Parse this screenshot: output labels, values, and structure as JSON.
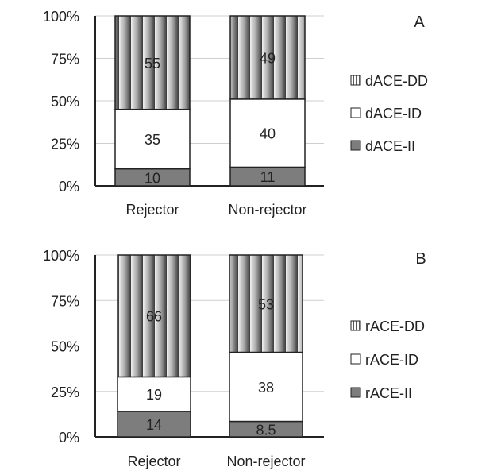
{
  "chart_data": [
    {
      "type": "bar",
      "stacked": true,
      "panel": "A",
      "categories": [
        "Rejector",
        "Non-rejector"
      ],
      "series": [
        {
          "name": "dACE-II",
          "values": [
            10,
            11
          ],
          "labels": [
            "10",
            "11"
          ],
          "pattern": "solid-gray",
          "color": "#7d7d7d"
        },
        {
          "name": "dACE-ID",
          "values": [
            35,
            40
          ],
          "labels": [
            "35",
            "40"
          ],
          "pattern": "white",
          "color": "#ffffff"
        },
        {
          "name": "dACE-DD",
          "values": [
            55,
            49
          ],
          "labels": [
            "55",
            "49"
          ],
          "pattern": "vertical-gradient-stripes",
          "color": "#9a9a9a"
        }
      ],
      "legend_order": [
        "dACE-DD",
        "dACE-ID",
        "dACE-II"
      ],
      "legend_position": "right",
      "ylim": [
        0,
        100
      ],
      "yticks": [
        "0%",
        "25%",
        "50%",
        "75%",
        "100%"
      ],
      "grid": true
    },
    {
      "type": "bar",
      "stacked": true,
      "panel": "B",
      "categories": [
        "Rejector",
        "Non-rejector"
      ],
      "series": [
        {
          "name": "rACE-II",
          "values": [
            14,
            8.5
          ],
          "labels": [
            "14",
            "8.5"
          ],
          "pattern": "solid-gray",
          "color": "#7d7d7d"
        },
        {
          "name": "rACE-ID",
          "values": [
            19,
            38
          ],
          "labels": [
            "19",
            "38"
          ],
          "pattern": "white",
          "color": "#ffffff"
        },
        {
          "name": "rACE-DD",
          "values": [
            66,
            53
          ],
          "labels": [
            "66",
            "53"
          ],
          "pattern": "vertical-gradient-stripes",
          "color": "#9a9a9a"
        }
      ],
      "legend_order": [
        "rACE-DD",
        "rACE-ID",
        "rACE-II"
      ],
      "legend_position": "right",
      "ylim": [
        0,
        100
      ],
      "yticks": [
        "0%",
        "25%",
        "50%",
        "75%",
        "100%"
      ],
      "grid": true
    }
  ]
}
